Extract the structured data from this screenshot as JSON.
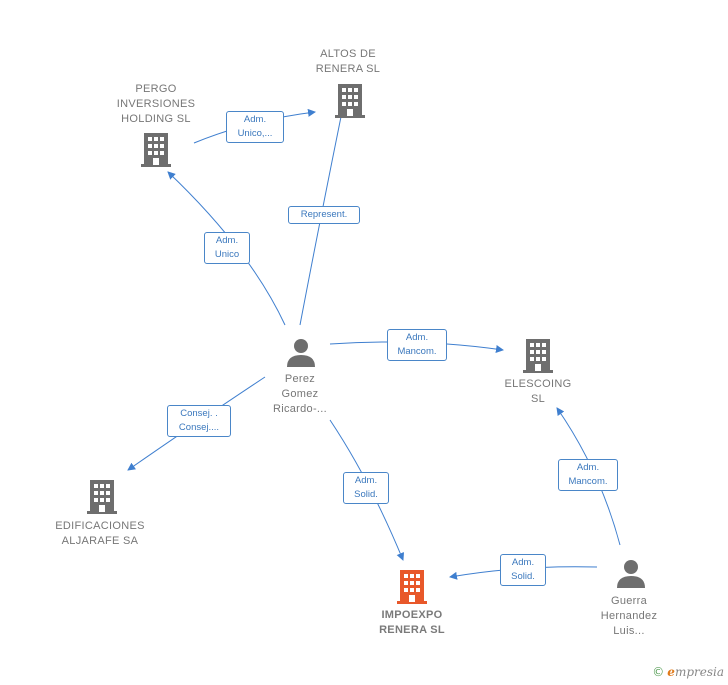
{
  "nodes": {
    "altos": {
      "label": "ALTOS DE\nRENERA SL",
      "type": "company"
    },
    "pergo": {
      "label": "PERGO\nINVERSIONES\nHOLDING  SL",
      "type": "company"
    },
    "perez": {
      "label": "Perez\nGomez\nRicardo-...",
      "type": "person"
    },
    "elescoing": {
      "label": "ELESCOING\nSL",
      "type": "company"
    },
    "edificaciones": {
      "label": "EDIFICACIONES\nALJARAFE SA",
      "type": "company"
    },
    "impoexpo": {
      "label": "IMPOEXPO\nRENERA  SL",
      "type": "company-focus"
    },
    "guerra": {
      "label": "Guerra\nHernandez\nLuis...",
      "type": "person"
    }
  },
  "edges": {
    "pergo_altos": {
      "label": "Adm.\nUnico,..."
    },
    "perez_altos": {
      "label": "Represent."
    },
    "perez_pergo": {
      "label": "Adm.\nUnico"
    },
    "perez_elescoing": {
      "label": "Adm.\nMancom."
    },
    "perez_edificaciones": {
      "label": "Consej. .\nConsej...."
    },
    "perez_impoexpo": {
      "label": "Adm.\nSolid."
    },
    "guerra_elescoing": {
      "label": "Adm.\nMancom."
    },
    "guerra_impoexpo": {
      "label": "Adm.\nSolid."
    }
  },
  "colors": {
    "edge": "#3f7fcf",
    "company_icon": "#6e6e6e",
    "focus_icon": "#e8582a",
    "person_icon": "#6e6e6e"
  },
  "brand": {
    "copyright": "©",
    "name": "mpresia",
    "initial": "e"
  }
}
